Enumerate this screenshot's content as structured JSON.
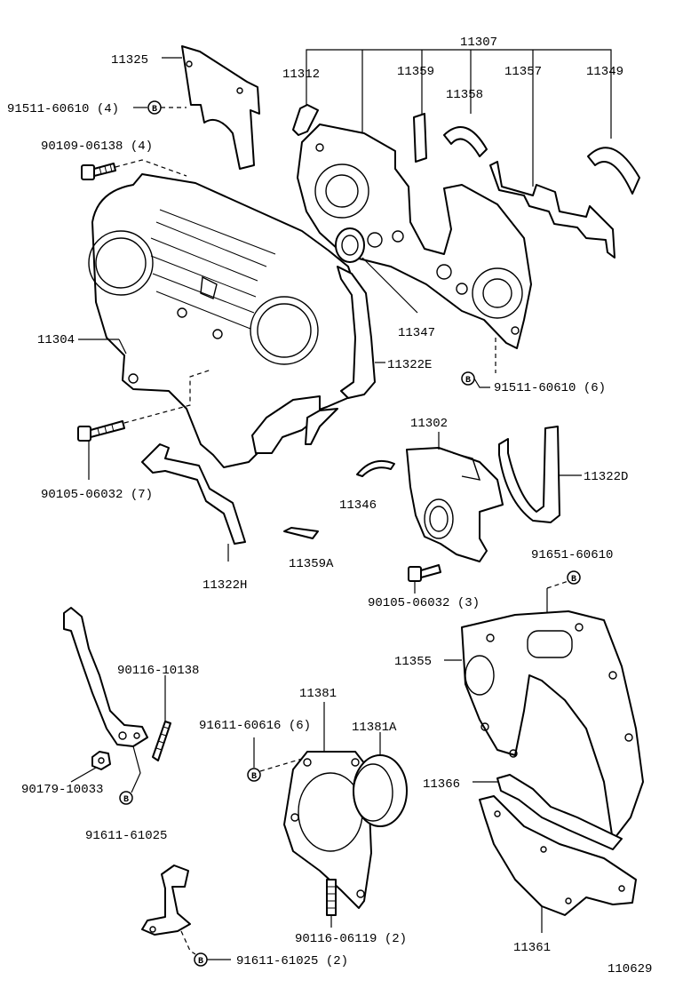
{
  "labels": {
    "p11307": "11307",
    "p11325": "11325",
    "p11312": "11312",
    "p11359": "11359",
    "p11357": "11357",
    "p11349": "11349",
    "p11358": "11358",
    "b91511a": "91511-60610 (4)",
    "b90109": "90109-06138 (4)",
    "p11304": "11304",
    "p11347": "11347",
    "p11322E": "11322E",
    "b91511b": "91511-60610 (6)",
    "b90105a": "90105-06032 (7)",
    "p11302": "11302",
    "p11322D": "11322D",
    "p11346": "11346",
    "p11359A": "11359A",
    "p11322H": "11322H",
    "b90105b": "90105-06032 (3)",
    "b91651": "91651-60610",
    "p11355": "11355",
    "b90116a": "90116-10138",
    "p11381": "11381",
    "p11381A": "11381A",
    "b91611a": "91611-60616 (6)",
    "b90179": "90179-10033",
    "b91611b": "91611-61025",
    "p11366": "11366",
    "b90116b": "90116-06119 (2)",
    "p11361": "11361",
    "b91611c": "91611-61025 (2)",
    "figure_no": "110629"
  },
  "marker_letter": "B"
}
